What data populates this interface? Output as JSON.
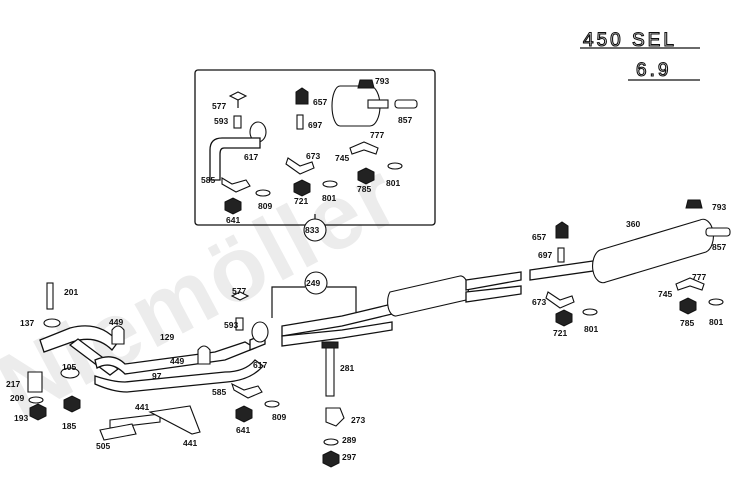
{
  "model": {
    "line1": "450 SEL",
    "line2": "6.9"
  },
  "watermark": "Niemöller",
  "inset_callout": "833",
  "group_callout": "249",
  "part_labels": {
    "p577_i": "577",
    "p593_i": "593",
    "p617_i": "617",
    "p585_i": "585",
    "p641_i": "641",
    "p809_i": "809",
    "p657_i": "657",
    "p697_i": "697",
    "p673_i": "673",
    "p721_i": "721",
    "p801_ia": "801",
    "p793_i": "793",
    "p857_i": "857",
    "p777_i": "777",
    "p745_i": "745",
    "p785_i": "785",
    "p801_ib": "801",
    "p201": "201",
    "p137": "137",
    "p449a": "449",
    "p129": "129",
    "p449b": "449",
    "p97": "97",
    "p105": "105",
    "p217": "217",
    "p209": "209",
    "p193": "193",
    "p185": "185",
    "p441a": "441",
    "p505": "505",
    "p441b": "441",
    "p577": "577",
    "p593": "593",
    "p617": "617",
    "p585": "585",
    "p641": "641",
    "p809": "809",
    "p281": "281",
    "p273": "273",
    "p289": "289",
    "p297": "297",
    "p657": "657",
    "p697": "697",
    "p673": "673",
    "p721": "721",
    "p801a": "801",
    "p360": "360",
    "p793": "793",
    "p857": "857",
    "p777": "777",
    "p745": "745",
    "p785": "785",
    "p801b": "801"
  }
}
